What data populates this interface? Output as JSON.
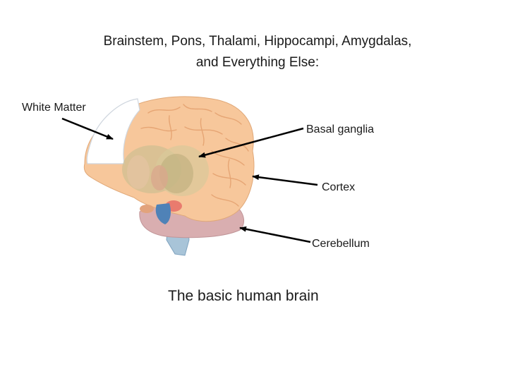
{
  "title": {
    "line1": "Brainstem, Pons, Thalami, Hippocampi, Amygdalas,",
    "line2": "and Everything Else:"
  },
  "labels": {
    "white_matter": "White Matter",
    "basal_ganglia": "Basal ganglia",
    "cortex": "Cortex",
    "cerebellum": "Cerebellum"
  },
  "caption": "The basic human brain",
  "colors": {
    "cortex": "#f7c79b",
    "cortex_sulci": "#e6a574",
    "white_matter": "#ffffff",
    "basal_ganglia": "#cbbf90",
    "brainstem": "#a8c4d8",
    "midbrain_blue": "#4f82b7",
    "cerebellum": "#d9aeb0",
    "thalamus_pink": "#e97b6e",
    "arrow": "#000000"
  }
}
